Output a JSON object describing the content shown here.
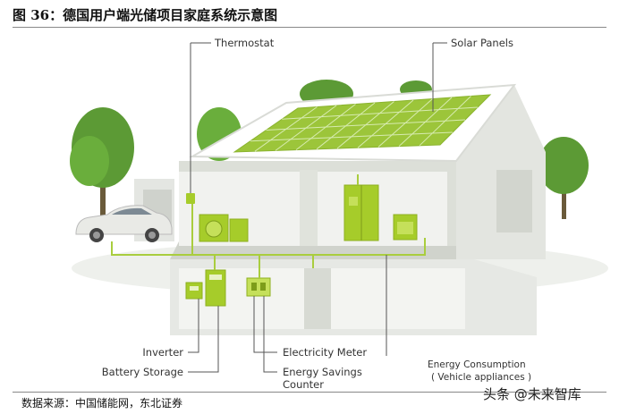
{
  "figure": {
    "title": "图 36：德国用户端光储项目家庭系统示意图",
    "source": "数据来源：中国储能网，东北证券"
  },
  "watermark": "头条 @未来智库",
  "labels": {
    "thermostat": "Thermostat",
    "solar_panels": "Solar Panels",
    "inverter": "Inverter",
    "battery_storage": "Battery Storage",
    "electricity_meter": "Electricity Meter",
    "energy_savings_counter_line1": "Energy Savings",
    "energy_savings_counter_line2": "Counter",
    "energy_consumption_line1": "Energy Consumption",
    "energy_consumption_line2": "( Vehicle appliances )"
  },
  "colors": {
    "device_green": "#a6cc2a",
    "panel_green": "#9cc53a",
    "line_green": "#a9cd3e",
    "house_gray": "#d9dbd6",
    "tree_green": "#5c9a35"
  }
}
